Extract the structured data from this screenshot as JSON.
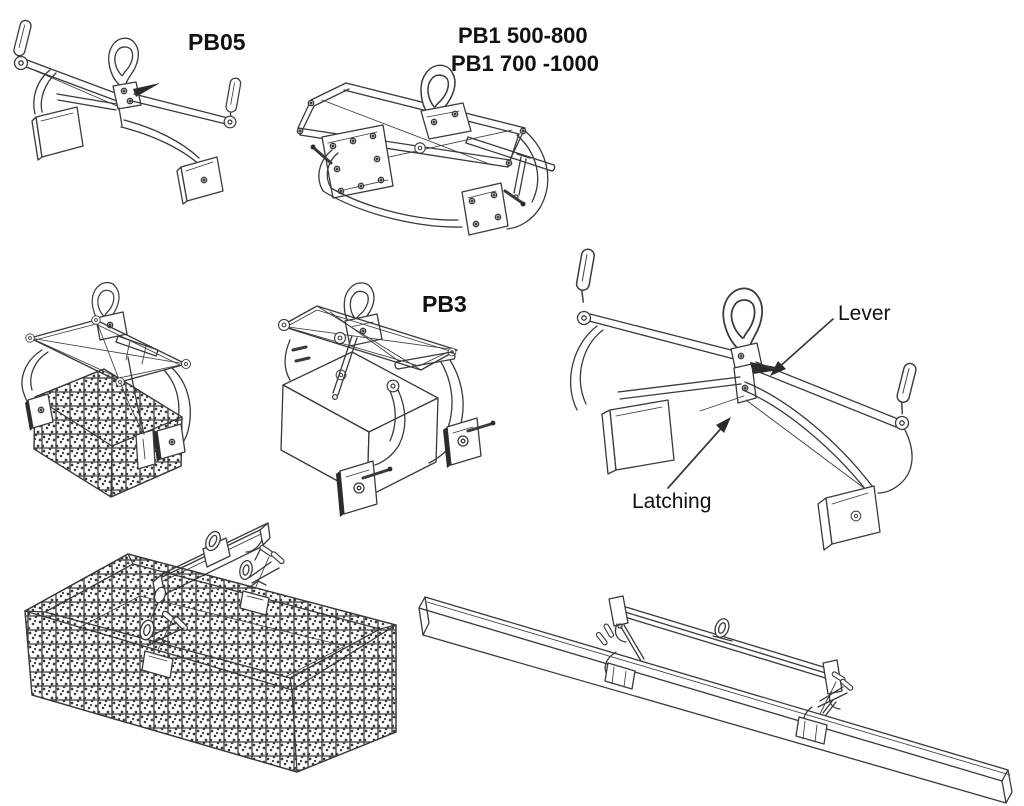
{
  "page": {
    "background": "#ffffff"
  },
  "colors": {
    "line": "#3a3a3a",
    "text": "#111111"
  },
  "labels": {
    "pb05": "PB05",
    "pb1_line1": "PB1 500-800",
    "pb1_line2": "PB1 700 -1000",
    "pb3": "PB3"
  },
  "annotations": {
    "lever": "Lever",
    "latching": "Latching"
  },
  "figures": [
    {
      "name": "pb05-clamp-drawing"
    },
    {
      "name": "pb1-clamp-drawing"
    },
    {
      "name": "clamp-lifting-block-drawing"
    },
    {
      "name": "pb3-clamp-on-box-drawing"
    },
    {
      "name": "clamp-lever-latching-detail-drawing"
    },
    {
      "name": "spreader-beam-trough-drawing"
    },
    {
      "name": "spreader-beam-long-beam-drawing"
    }
  ]
}
